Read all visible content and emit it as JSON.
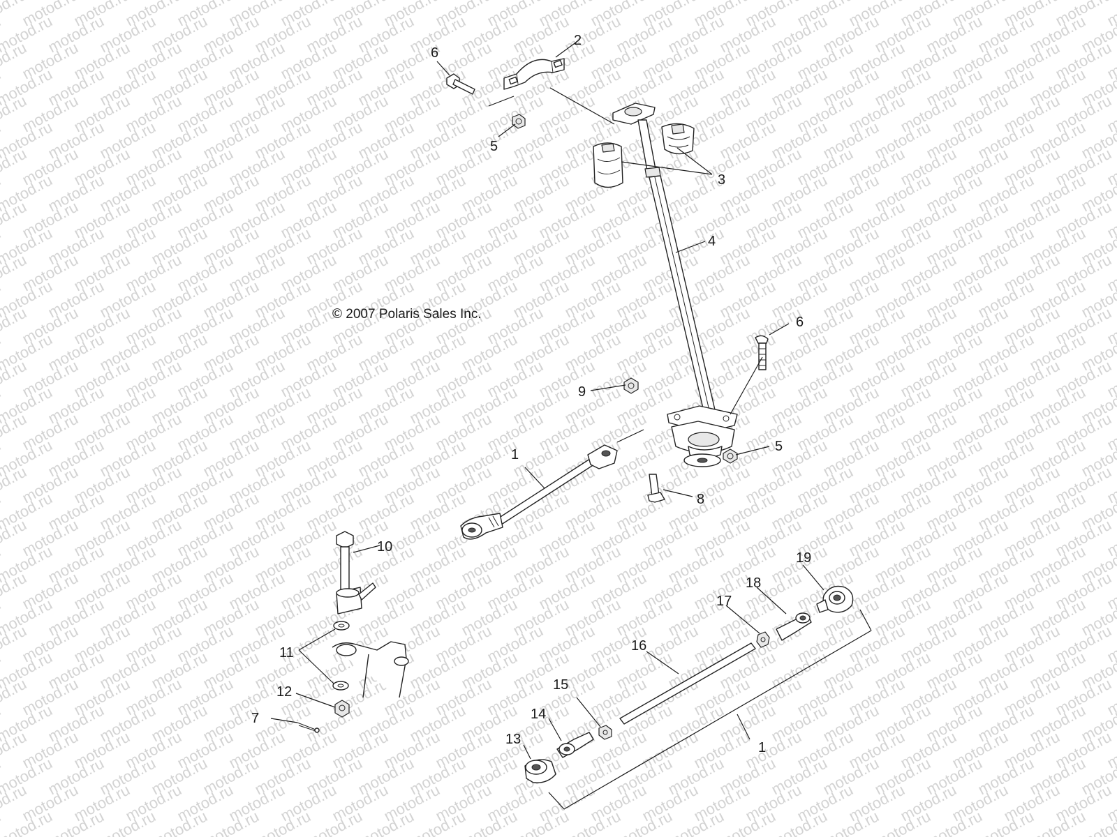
{
  "watermark": {
    "text": "motod.ru"
  },
  "copyright": "© 2007 Polaris Sales Inc.",
  "callouts": [
    {
      "id": "c-2",
      "label": "2"
    },
    {
      "id": "c-6a",
      "label": "6"
    },
    {
      "id": "c-5a",
      "label": "5"
    },
    {
      "id": "c-3",
      "label": "3"
    },
    {
      "id": "c-4",
      "label": "4"
    },
    {
      "id": "c-6b",
      "label": "6"
    },
    {
      "id": "c-9",
      "label": "9"
    },
    {
      "id": "c-1a",
      "label": "1"
    },
    {
      "id": "c-5b",
      "label": "5"
    },
    {
      "id": "c-8",
      "label": "8"
    },
    {
      "id": "c-10",
      "label": "10"
    },
    {
      "id": "c-11",
      "label": "11"
    },
    {
      "id": "c-12",
      "label": "12"
    },
    {
      "id": "c-7",
      "label": "7"
    },
    {
      "id": "c-19",
      "label": "19"
    },
    {
      "id": "c-18",
      "label": "18"
    },
    {
      "id": "c-17",
      "label": "17"
    },
    {
      "id": "c-16",
      "label": "16"
    },
    {
      "id": "c-15",
      "label": "15"
    },
    {
      "id": "c-14",
      "label": "14"
    },
    {
      "id": "c-13",
      "label": "13"
    },
    {
      "id": "c-1b",
      "label": "1"
    }
  ]
}
